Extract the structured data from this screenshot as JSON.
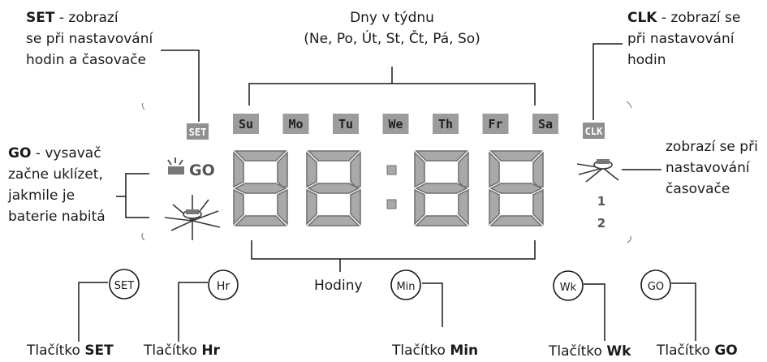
{
  "title": "",
  "callouts": {
    "set": {
      "bold": "SET",
      "rest": " - zobrazí",
      "line2": "se při nastavování",
      "line3": "hodin a časovače"
    },
    "days": {
      "line1": "Dny v týdnu",
      "line2": "(Ne, Po, Út, St, Čt, Pá, So)"
    },
    "clk": {
      "bold": "CLK",
      "rest": " - zobrazí se",
      "line2": "při nastavování",
      "line3": "hodin"
    },
    "go": {
      "bold": "GO",
      "rest": " - vysavač",
      "line2": "začne uklízet,",
      "line3": "jakmile je",
      "line4": "baterie nabitá"
    },
    "timer": {
      "line1": "zobrazí se při",
      "line2": "nastavování",
      "line3": "časovače"
    },
    "hours": "Hodiny"
  },
  "display": {
    "set_indicator": "SET",
    "clk_indicator": "CLK",
    "go_label": "GO",
    "days": [
      "Su",
      "Mo",
      "Tu",
      "We",
      "Th",
      "Fr",
      "Sa"
    ],
    "digits": "88:88",
    "timer_numbers": [
      "1",
      "2"
    ]
  },
  "buttons": [
    {
      "id": "set",
      "glyph": "SET",
      "caption_prefix": "Tlačítko ",
      "caption_bold": "SET"
    },
    {
      "id": "hr",
      "glyph": "Hr",
      "caption_prefix": "Tlačítko ",
      "caption_bold": "Hr"
    },
    {
      "id": "min",
      "glyph": "Min",
      "caption_prefix": "Tlačítko ",
      "caption_bold": "Min"
    },
    {
      "id": "wk",
      "glyph": "Wk",
      "caption_prefix": "Tlačítko ",
      "caption_bold": "Wk"
    },
    {
      "id": "go",
      "glyph": "GO",
      "caption_prefix": "Tlačítko ",
      "caption_bold": "GO"
    }
  ],
  "colors": {
    "segment": "#a9a9a9",
    "segment_edge": "#6e6e6e",
    "day_box": "#9c9c9c",
    "line": "#1a1a1a"
  }
}
